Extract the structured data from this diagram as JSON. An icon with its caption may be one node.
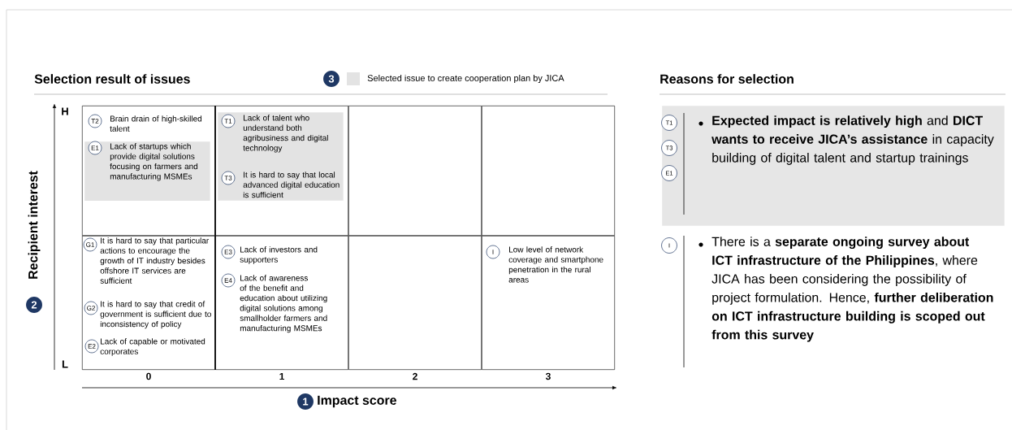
{
  "diagram": {
    "nodes": [
      {
        "text": [],
        "shape": "box"
      },
      {
        "text": [
          "T2"
        ],
        "in": 0,
        "beside": [
          "Brain drain of high-skilled talent"
        ]
      },
      {
        "text": [],
        "shape": "box",
        "in": 0
      },
      {
        "text": [
          "E1"
        ],
        "in": 2,
        "beside": [
          "Lack of startups which provide digital solutions focusing on farmers and manufacturing MSMEs"
        ]
      },
      {
        "text": [],
        "shape": "box"
      },
      {
        "text": [],
        "shape": "box",
        "in": 4
      },
      {
        "text": [
          "T1"
        ],
        "in": 5,
        "beside": [
          "Lack of talent who understand both agribusiness and digital technology"
        ]
      },
      {
        "text": [
          "T3"
        ],
        "in": 5,
        "beside": [
          "It is hard to say that local advanced digital education is sufficient"
        ]
      },
      {
        "text": [],
        "shape": "box"
      },
      {
        "text": [],
        "shape": "box"
      },
      {
        "text": [],
        "shape": "box"
      },
      {
        "text": [
          "G1"
        ],
        "in": 10,
        "beside": [
          "It is hard to say that particular actions to encourage the growth of IT industry besides offshore IT services are sufficient"
        ]
      },
      {
        "text": [
          "G2"
        ],
        "in": 10,
        "beside": [
          "It is hard to say that credit of government is sufficient due to inconsistency of policy"
        ]
      },
      {
        "text": [
          "E2"
        ],
        "in": 10,
        "beside": [
          "Lack of capable or motivated corporates"
        ]
      },
      {
        "text": [],
        "shape": "box"
      },
      {
        "text": [
          "E3"
        ],
        "in": 14,
        "beside": [
          "Lack of investors and supporters"
        ]
      },
      {
        "text": [
          "E4"
        ],
        "in": 14,
        "beside": [
          "Lack of awareness of the benefit and education about utilizing digital solutions among smallholder farmers and manufacturing MSMEs"
        ]
      },
      {
        "text": [],
        "shape": "box"
      },
      {
        "text": [],
        "shape": "box"
      },
      {
        "text": [
          "I"
        ],
        "in": 18,
        "beside": [
          "Low level of network coverage and smartphone penetration in the rural areas"
        ]
      },
      {
        "text": [
          "3"
        ]
      },
      {
        "text": [
          "2"
        ],
        "beside": [
          "Recipient interest"
        ]
      },
      {
        "text": [
          "1"
        ],
        "beside": [
          "Impact score"
        ]
      },
      {
        "text": [
          "**Expected impact is relatively high** and **DICT wants to receive JICA’s assistance** in capacity building of digital talent and startup trainings"
        ]
      },
      {
        "text": [
          "T1"
        ],
        "in": 23
      },
      {
        "text": [
          "T3"
        ],
        "in": 23
      },
      {
        "text": [
          "E1"
        ],
        "in": 23
      },
      {
        "text": [
          "I"
        ],
        "beside": [
          "There is a **separate ongoing survey about ICT infrastructure of the Philippines**, where JICA has been considering the possibility of project formulation. Hence, **further deliberation on ICT infrastructure building is scoped out from this survey**"
        ]
      }
    ],
    "labels": [
      "Selection result of issues",
      "Reasons for selection",
      "H",
      "L",
      "0",
      "1",
      "2",
      "3"
    ],
    "legend": [
      {
        "text": "Selected issue to create cooperation plan by JICA",
        "color": "#e3e3e3"
      }
    ]
  }
}
